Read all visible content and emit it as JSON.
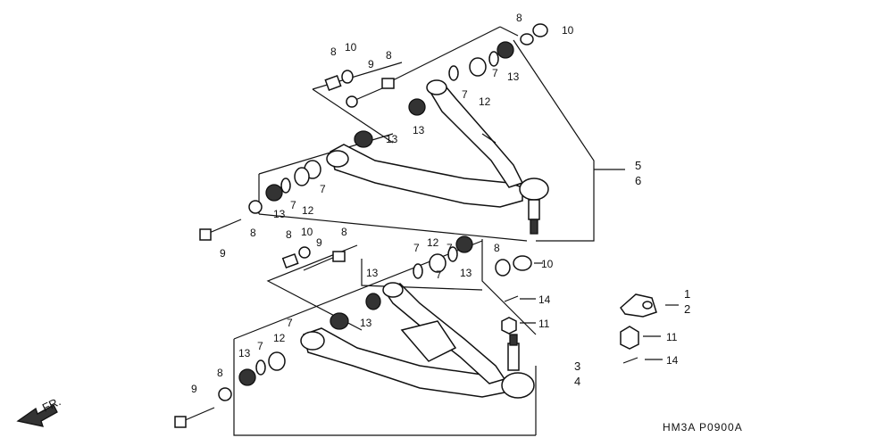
{
  "labels": {
    "n1": "1",
    "n2": "2",
    "n3": "3",
    "n4": "4",
    "n5": "5",
    "n6": "6",
    "n7": "7",
    "n8": "8",
    "n9": "9",
    "n10": "10",
    "n11": "11",
    "n12": "12",
    "n13": "13",
    "n14": "14"
  },
  "direction_label": "FR.",
  "diagram_code": "HM3A  P0900A"
}
